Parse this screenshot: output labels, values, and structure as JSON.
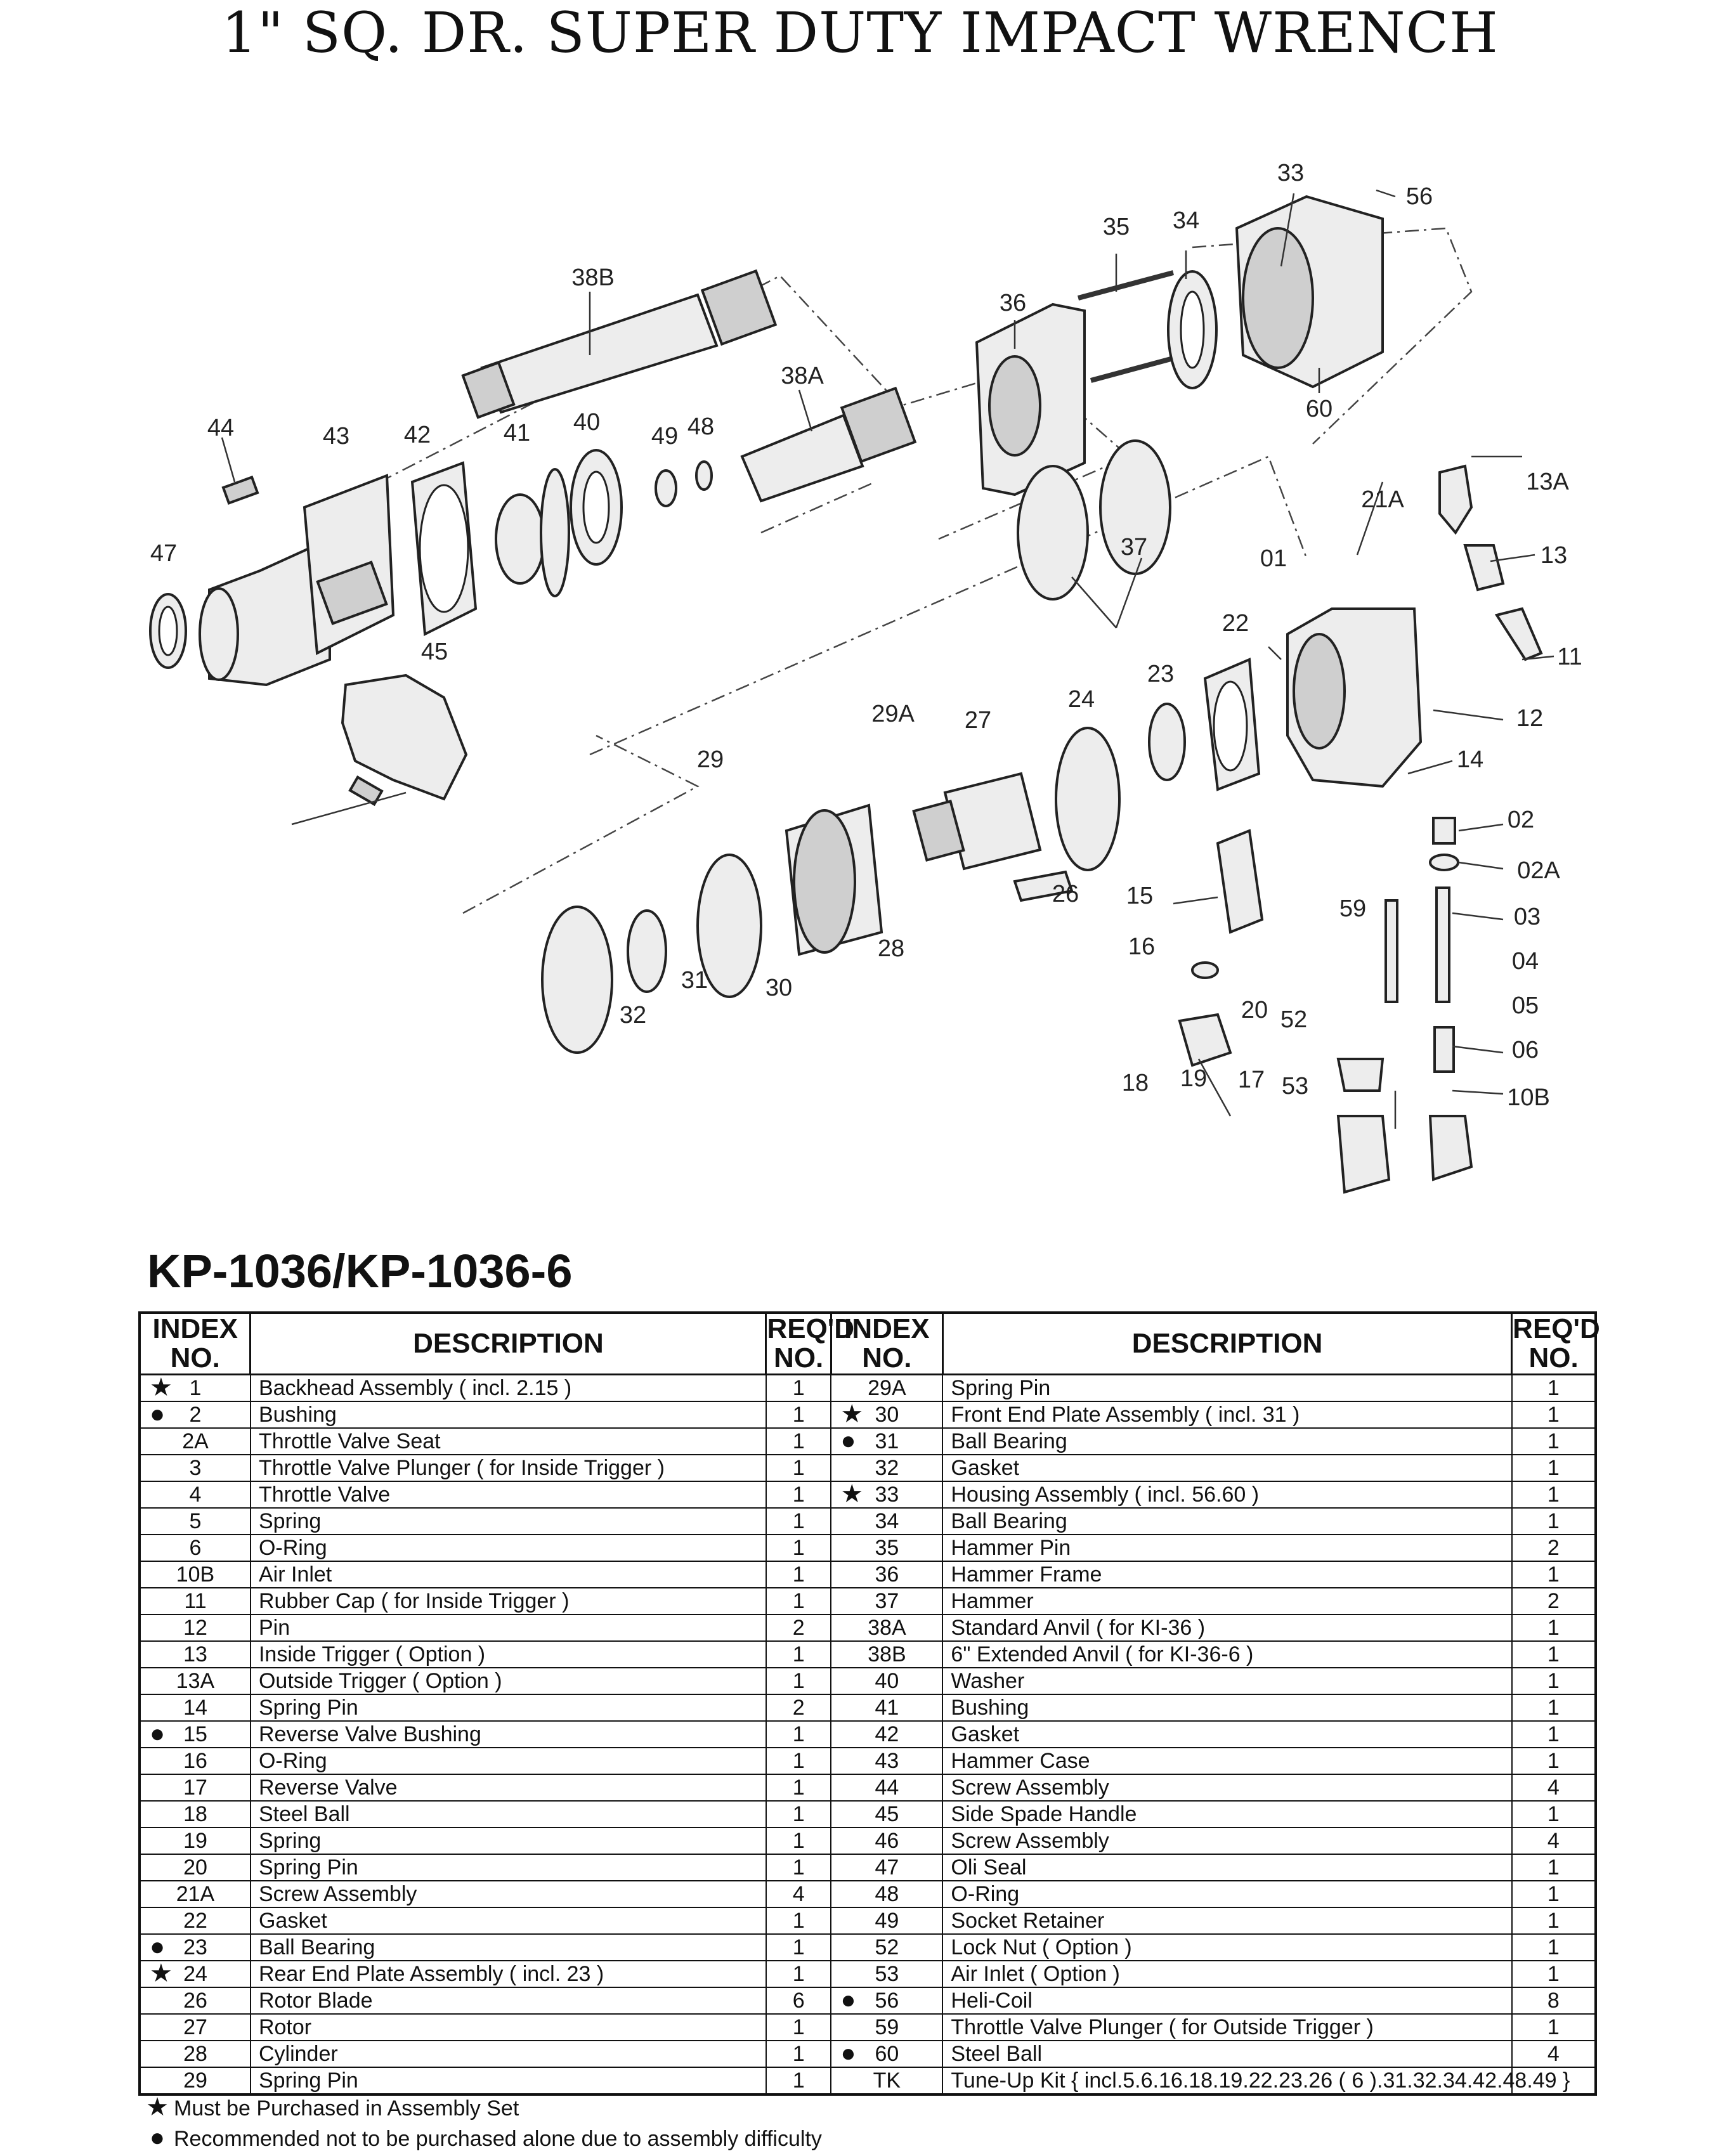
{
  "title": "1\" SQ. DR. SUPER DUTY IMPACT WRENCH",
  "diagram_labels": [
    "33",
    "56",
    "35",
    "34",
    "38B",
    "36",
    "38A",
    "60",
    "44",
    "43",
    "42",
    "41",
    "40",
    "49",
    "48",
    "37",
    "13A",
    "21A",
    "13",
    "47",
    "01",
    "22",
    "23",
    "11",
    "12",
    "45",
    "29A",
    "27",
    "24",
    "14",
    "29",
    "02",
    "02A",
    "59",
    "03",
    "26",
    "15",
    "28",
    "16",
    "04",
    "31",
    "30",
    "20",
    "52",
    "05",
    "32",
    "06",
    "18",
    "19",
    "17",
    "53",
    "10B"
  ],
  "model": "KP-1036/KP-1036-6",
  "table": {
    "headers": {
      "index_l1": "INDEX",
      "index_l2": "NO.",
      "description": "DESCRIPTION",
      "reqd_l1": "REQ'D",
      "reqd_l2": "NO."
    },
    "rows": [
      {
        "left": {
          "mark": "★",
          "index": "1",
          "desc": "Backhead Assembly ( incl. 2.15 )",
          "qty": "1"
        },
        "right": {
          "mark": "",
          "index": "29A",
          "desc": "Spring Pin",
          "qty": "1"
        }
      },
      {
        "left": {
          "mark": "●",
          "index": "2",
          "desc": "Bushing",
          "qty": "1"
        },
        "right": {
          "mark": "★",
          "index": "30",
          "desc": "Front End Plate Assembly ( incl. 31 )",
          "qty": "1"
        }
      },
      {
        "left": {
          "mark": "",
          "index": "2A",
          "desc": "Throttle Valve Seat",
          "qty": "1"
        },
        "right": {
          "mark": "●",
          "index": "31",
          "desc": "Ball Bearing",
          "qty": "1"
        }
      },
      {
        "left": {
          "mark": "",
          "index": "3",
          "desc": "Throttle Valve Plunger ( for Inside Trigger )",
          "qty": "1"
        },
        "right": {
          "mark": "",
          "index": "32",
          "desc": "Gasket",
          "qty": "1"
        }
      },
      {
        "left": {
          "mark": "",
          "index": "4",
          "desc": "Throttle Valve",
          "qty": "1"
        },
        "right": {
          "mark": "★",
          "index": "33",
          "desc": "Housing Assembly ( incl. 56.60 )",
          "qty": "1"
        }
      },
      {
        "left": {
          "mark": "",
          "index": "5",
          "desc": "Spring",
          "qty": "1"
        },
        "right": {
          "mark": "",
          "index": "34",
          "desc": "Ball Bearing",
          "qty": "1"
        }
      },
      {
        "left": {
          "mark": "",
          "index": "6",
          "desc": "O-Ring",
          "qty": "1"
        },
        "right": {
          "mark": "",
          "index": "35",
          "desc": "Hammer Pin",
          "qty": "2"
        }
      },
      {
        "left": {
          "mark": "",
          "index": "10B",
          "desc": "Air Inlet",
          "qty": "1"
        },
        "right": {
          "mark": "",
          "index": "36",
          "desc": "Hammer Frame",
          "qty": "1"
        }
      },
      {
        "left": {
          "mark": "",
          "index": "11",
          "desc": "Rubber Cap ( for Inside Trigger )",
          "qty": "1"
        },
        "right": {
          "mark": "",
          "index": "37",
          "desc": "Hammer",
          "qty": "2"
        }
      },
      {
        "left": {
          "mark": "",
          "index": "12",
          "desc": "Pin",
          "qty": "2"
        },
        "right": {
          "mark": "",
          "index": "38A",
          "desc": "Standard Anvil ( for KI-36 )",
          "qty": "1"
        }
      },
      {
        "left": {
          "mark": "",
          "index": "13",
          "desc": "Inside Trigger ( Option )",
          "qty": "1"
        },
        "right": {
          "mark": "",
          "index": "38B",
          "desc": "6\" Extended Anvil ( for KI-36-6 )",
          "qty": "1"
        }
      },
      {
        "left": {
          "mark": "",
          "index": "13A",
          "desc": "Outside Trigger ( Option )",
          "qty": "1"
        },
        "right": {
          "mark": "",
          "index": "40",
          "desc": "Washer",
          "qty": "1"
        }
      },
      {
        "left": {
          "mark": "",
          "index": "14",
          "desc": "Spring Pin",
          "qty": "2"
        },
        "right": {
          "mark": "",
          "index": "41",
          "desc": "Bushing",
          "qty": "1"
        }
      },
      {
        "left": {
          "mark": "●",
          "index": "15",
          "desc": "Reverse Valve Bushing",
          "qty": "1"
        },
        "right": {
          "mark": "",
          "index": "42",
          "desc": "Gasket",
          "qty": "1"
        }
      },
      {
        "left": {
          "mark": "",
          "index": "16",
          "desc": "O-Ring",
          "qty": "1"
        },
        "right": {
          "mark": "",
          "index": "43",
          "desc": "Hammer Case",
          "qty": "1"
        }
      },
      {
        "left": {
          "mark": "",
          "index": "17",
          "desc": "Reverse Valve",
          "qty": "1"
        },
        "right": {
          "mark": "",
          "index": "44",
          "desc": "Screw  Assembly",
          "qty": "4"
        }
      },
      {
        "left": {
          "mark": "",
          "index": "18",
          "desc": "Steel Ball",
          "qty": "1"
        },
        "right": {
          "mark": "",
          "index": "45",
          "desc": "Side Spade Handle",
          "qty": "1"
        }
      },
      {
        "left": {
          "mark": "",
          "index": "19",
          "desc": "Spring",
          "qty": "1"
        },
        "right": {
          "mark": "",
          "index": "46",
          "desc": "Screw  Assembly",
          "qty": "4"
        }
      },
      {
        "left": {
          "mark": "",
          "index": "20",
          "desc": "Spring Pin",
          "qty": "1"
        },
        "right": {
          "mark": "",
          "index": "47",
          "desc": "Oli Seal",
          "qty": "1"
        }
      },
      {
        "left": {
          "mark": "",
          "index": "21A",
          "desc": "Screw Assembly",
          "qty": "4"
        },
        "right": {
          "mark": "",
          "index": "48",
          "desc": "O-Ring",
          "qty": "1"
        }
      },
      {
        "left": {
          "mark": "",
          "index": "22",
          "desc": "Gasket",
          "qty": "1"
        },
        "right": {
          "mark": "",
          "index": "49",
          "desc": "Socket Retainer",
          "qty": "1"
        }
      },
      {
        "left": {
          "mark": "●",
          "index": "23",
          "desc": "Ball Bearing",
          "qty": "1"
        },
        "right": {
          "mark": "",
          "index": "52",
          "desc": "Lock Nut ( Option )",
          "qty": "1"
        }
      },
      {
        "left": {
          "mark": "★",
          "index": "24",
          "desc": "Rear End Plate Assembly ( incl. 23 )",
          "qty": "1"
        },
        "right": {
          "mark": "",
          "index": "53",
          "desc": "Air Inlet ( Option )",
          "qty": "1"
        }
      },
      {
        "left": {
          "mark": "",
          "index": "26",
          "desc": "Rotor Blade",
          "qty": "6"
        },
        "right": {
          "mark": "●",
          "index": "56",
          "desc": "Heli-Coil",
          "qty": "8"
        }
      },
      {
        "left": {
          "mark": "",
          "index": "27",
          "desc": "Rotor",
          "qty": "1"
        },
        "right": {
          "mark": "",
          "index": "59",
          "desc": "Throttle Valve Plunger ( for Outside Trigger )",
          "qty": "1"
        }
      },
      {
        "left": {
          "mark": "",
          "index": "28",
          "desc": "Cylinder",
          "qty": "1"
        },
        "right": {
          "mark": "●",
          "index": "60",
          "desc": "Steel  Ball",
          "qty": "4"
        }
      },
      {
        "left": {
          "mark": "",
          "index": "29",
          "desc": "Spring Pin",
          "qty": "1"
        },
        "right": {
          "mark": "",
          "index": "TK",
          "desc": "Tune-Up Kit { incl.5.6.16.18.19.22.23.26 ( 6 ).31.32.34.42.48.49 }",
          "qty": ""
        }
      }
    ]
  },
  "legend": [
    {
      "symbol": "★",
      "text": "Must be Purchased in Assembly Set"
    },
    {
      "symbol": "●",
      "text": "Recommended not to be purchased alone due to assembly difficulty"
    }
  ]
}
